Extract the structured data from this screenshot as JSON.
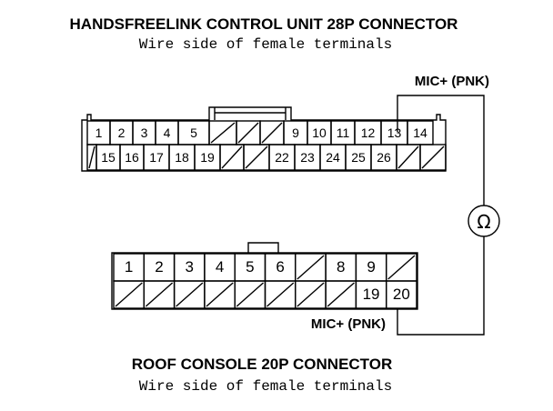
{
  "upper": {
    "title": "HANDSFREELINK CONTROL UNIT 28P CONNECTOR",
    "subtitle": "Wire side of female terminals",
    "row1": [
      "1",
      "2",
      "3",
      "4",
      "5",
      "",
      "",
      "",
      "9",
      "10",
      "11",
      "12",
      "13",
      "14"
    ],
    "row2": [
      "",
      "15",
      "16",
      "17",
      "18",
      "19",
      "",
      "",
      "22",
      "23",
      "24",
      "25",
      "26",
      "",
      ""
    ]
  },
  "lower": {
    "title": "ROOF CONSOLE 20P CONNECTOR",
    "subtitle": "Wire side of female terminals",
    "row1": [
      "1",
      "2",
      "3",
      "4",
      "5",
      "6",
      "",
      "8",
      "9",
      ""
    ],
    "row2": [
      "",
      "",
      "",
      "",
      "",
      "",
      "",
      "",
      "19",
      "20"
    ]
  },
  "wire": {
    "top_label": "MIC+ (PNK)",
    "bottom_label": "MIC+ (PNK)",
    "meter_symbol": "Ω"
  }
}
